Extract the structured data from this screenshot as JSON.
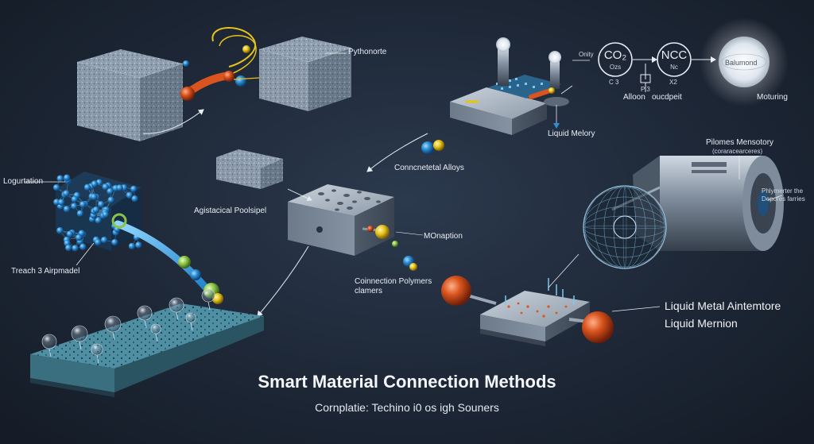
{
  "title": "Smart Material Connection Methods",
  "subtitle": "Cornplatie: Techino i0 os igh Souners",
  "labels": {
    "pythonorte": "Pythonorte",
    "onity": "Onity",
    "co2": "CO₂",
    "co2_sub": "Ozs",
    "nco": "NCC",
    "nco_sub": "Nc",
    "c3": "C 3",
    "p3": "P 3",
    "x2": "X2",
    "alloon": "Alloon",
    "oucdpeit": "oucdpeit",
    "balumond": "Balumond",
    "moturing": "Moturing",
    "liquid_melory": "Liquid Melory",
    "connectetal_alloys": "Conncnetetal Alloys",
    "logurtation": "Logurtation",
    "agistacical": "Agistacical Poolsipel",
    "monaption": "MOnaption",
    "treach": "Treach 3 Airpmadel",
    "connection_polymers_1": "Coinnection Polymers",
    "connection_polymers_2": "clamers",
    "pilomes_1": "Pilomes Mensotory",
    "pilomes_2": "(coraracearceres)",
    "phlymerter_1": "Phlymerter the",
    "phlymerter_2": "Depores farries",
    "liquid_metal": "Liquid Metal Aintemtore",
    "liquid_mernion": "Liquid Mernion"
  },
  "colors": {
    "background": "#1d2736",
    "text": "#e8edf4",
    "accent_blue": "#2d8fd6",
    "accent_orange": "#d9541e",
    "accent_yellow": "#e6c21a",
    "accent_green": "#8bc34a",
    "slab_teal": "#4f8fa3"
  },
  "icons": [
    "porous-cube-icon",
    "liquid-metal-drop-icon",
    "hydrogel-lattice-icon",
    "membrane-slab-icon",
    "machine-cylinder-icon",
    "sphere-connector-icon",
    "valve-rig-icon",
    "disc-icon"
  ]
}
